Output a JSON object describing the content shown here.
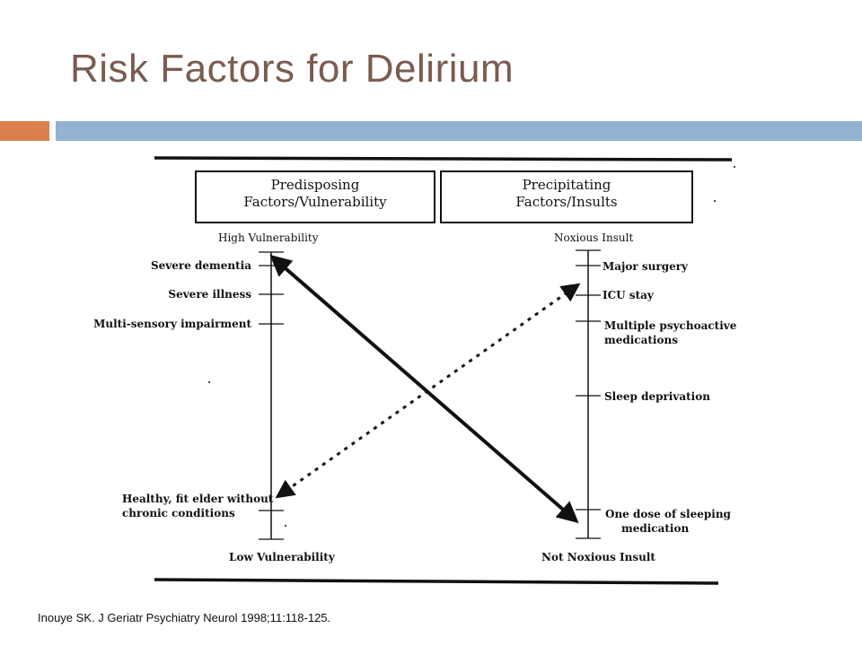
{
  "slide": {
    "title": "Risk Factors for Delirium",
    "accent_color": "#d9804c",
    "band_color": "#94b3d0",
    "title_color": "#7a5c4e"
  },
  "diagram": {
    "left_header": {
      "line1": "Predisposing",
      "line2": "Factors/Vulnerability"
    },
    "right_header": {
      "line1": "Precipitating",
      "line2": "Factors/Insults"
    },
    "left_axis": {
      "top_label": "High Vulnerability",
      "bottom_label": "Low Vulnerability",
      "items": [
        "Severe dementia",
        "Severe illness",
        "Multi-sensory impairment",
        "Healthy, fit elder without",
        "chronic conditions"
      ]
    },
    "right_axis": {
      "top_label": "Noxious Insult",
      "bottom_label": "Not Noxious Insult",
      "items": [
        "Major surgery",
        "ICU stay",
        "Multiple psychoactive",
        "medications",
        "Sleep deprivation",
        "One dose of sleeping",
        "medication"
      ]
    }
  },
  "citation": "Inouye SK.  J Geriatr Psychiatry Neurol 1998;11:118-125."
}
